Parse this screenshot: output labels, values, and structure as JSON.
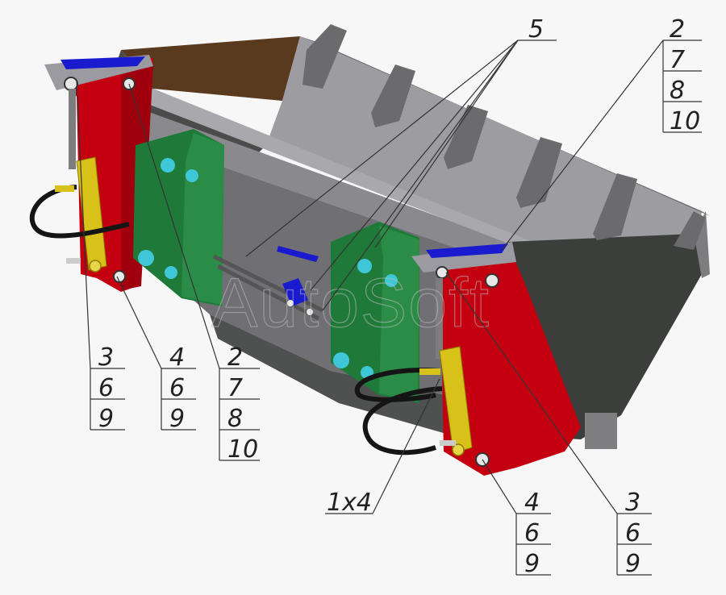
{
  "watermark": "AutoSoft",
  "callouts": {
    "top_center": [
      "5"
    ],
    "top_right": [
      "2",
      "7",
      "8",
      "10"
    ],
    "left_a": [
      "3",
      "6",
      "9"
    ],
    "left_b": [
      "4",
      "6",
      "9"
    ],
    "left_c": [
      "2",
      "7",
      "8",
      "10"
    ],
    "bottom_hose": [
      "1x4"
    ],
    "bottom_mid": [
      "4",
      "6",
      "9"
    ],
    "bottom_right": [
      "3",
      "6",
      "9"
    ]
  },
  "colors": {
    "bucket": "#8f8f94",
    "bucket_dark": "#3d3f3d",
    "bucket_inner": "#5a3a1e",
    "red_plate": "#c40010",
    "green_plate": "#1f7a3a",
    "cylinder": "#d8c21a",
    "blue_part": "#1a1acf",
    "hose": "#151515",
    "pin": "#e8e8e8"
  }
}
